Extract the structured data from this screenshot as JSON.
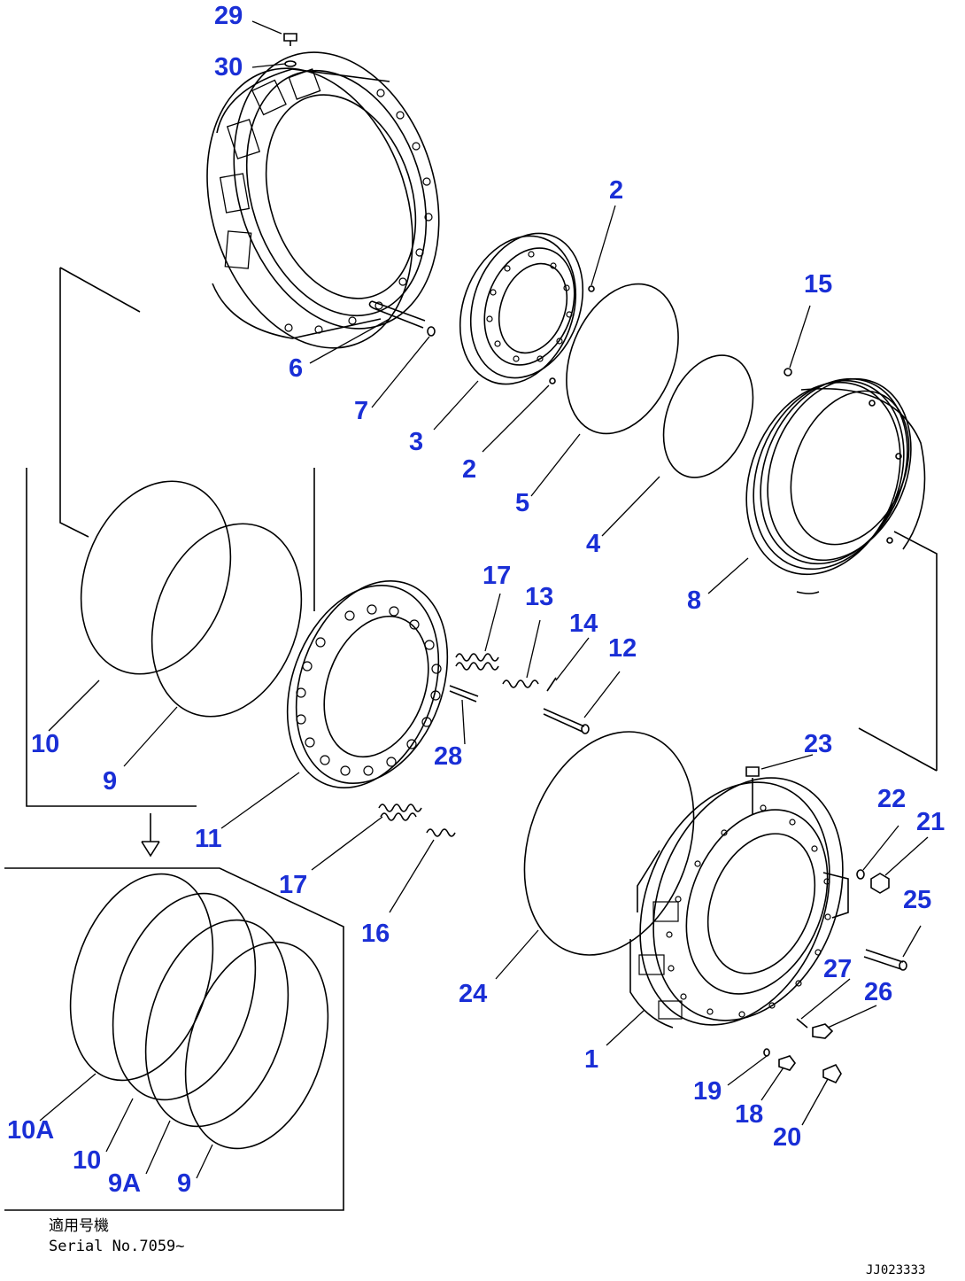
{
  "callouts": {
    "c29": "29",
    "c30": "30",
    "c2a": "2",
    "c15": "15",
    "c6": "6",
    "c7": "7",
    "c3": "3",
    "c2b": "2",
    "c5": "5",
    "c4": "4",
    "c8": "8",
    "c17a": "17",
    "c13": "13",
    "c14": "14",
    "c12": "12",
    "c10a": "10",
    "c9a": "9",
    "c28": "28",
    "c23": "23",
    "c22": "22",
    "c21": "21",
    "c11": "11",
    "c17b": "17",
    "c16": "16",
    "c25": "25",
    "c24": "24",
    "c27": "27",
    "c26": "26",
    "c1": "1",
    "c19": "19",
    "c18": "18",
    "c20": "20",
    "c10A": "10A",
    "c10b": "10",
    "c9A": "9A",
    "c9b": "9"
  },
  "serial": {
    "japanese": "適用号機",
    "number": "Serial No.7059~"
  },
  "doc_id": "JJ023333",
  "colors": {
    "callout": "#1a2fd6",
    "line": "#000000"
  }
}
